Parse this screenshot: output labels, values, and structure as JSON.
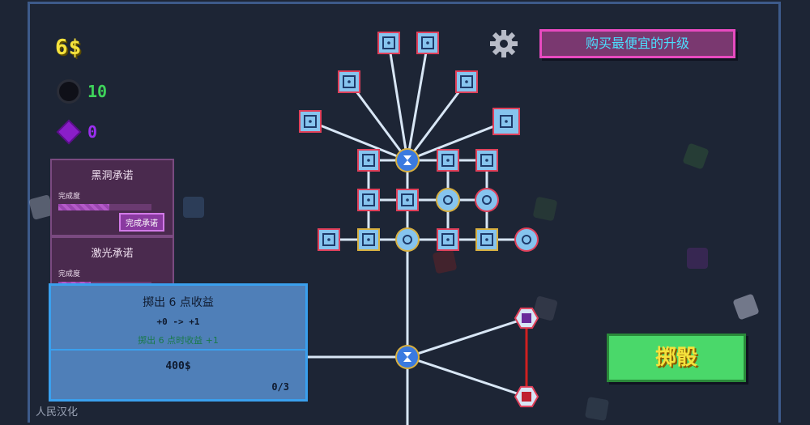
{
  "hud": {
    "money": "6$",
    "black_holes": "10",
    "gems": "0"
  },
  "promises": [
    {
      "title": "黑洞承诺",
      "progress_label": "完成度",
      "progress": 0.55,
      "button": "完成承诺"
    },
    {
      "title": "激光承诺",
      "progress_label": "完成度",
      "progress": 0.35
    }
  ],
  "tooltip": {
    "title": "掷出 6 点收益",
    "change": "+0 -> +1",
    "description": "掷出 6 点时收益 +1",
    "price": "400$",
    "count": "0/3"
  },
  "buy_cheapest_label": "购买最便宜的升级",
  "roll_label": "掷骰",
  "watermark": "人民汉化",
  "icons": {
    "settings": "gear-icon",
    "black_hole": "black-hole-icon",
    "gem": "gem-icon",
    "dice": "dice-icon",
    "hourglass": "hourglass-icon",
    "token": "token-icon"
  },
  "colors": {
    "node_fill": "#86c4ee",
    "node_border_red": "#e0405a",
    "node_border_gold": "#d8b040",
    "connector": "#d8e6f5",
    "red_link": "#d02020",
    "money": "#f5e23c",
    "hole_count": "#3ed35a",
    "gem_count": "#9b2ff0"
  }
}
